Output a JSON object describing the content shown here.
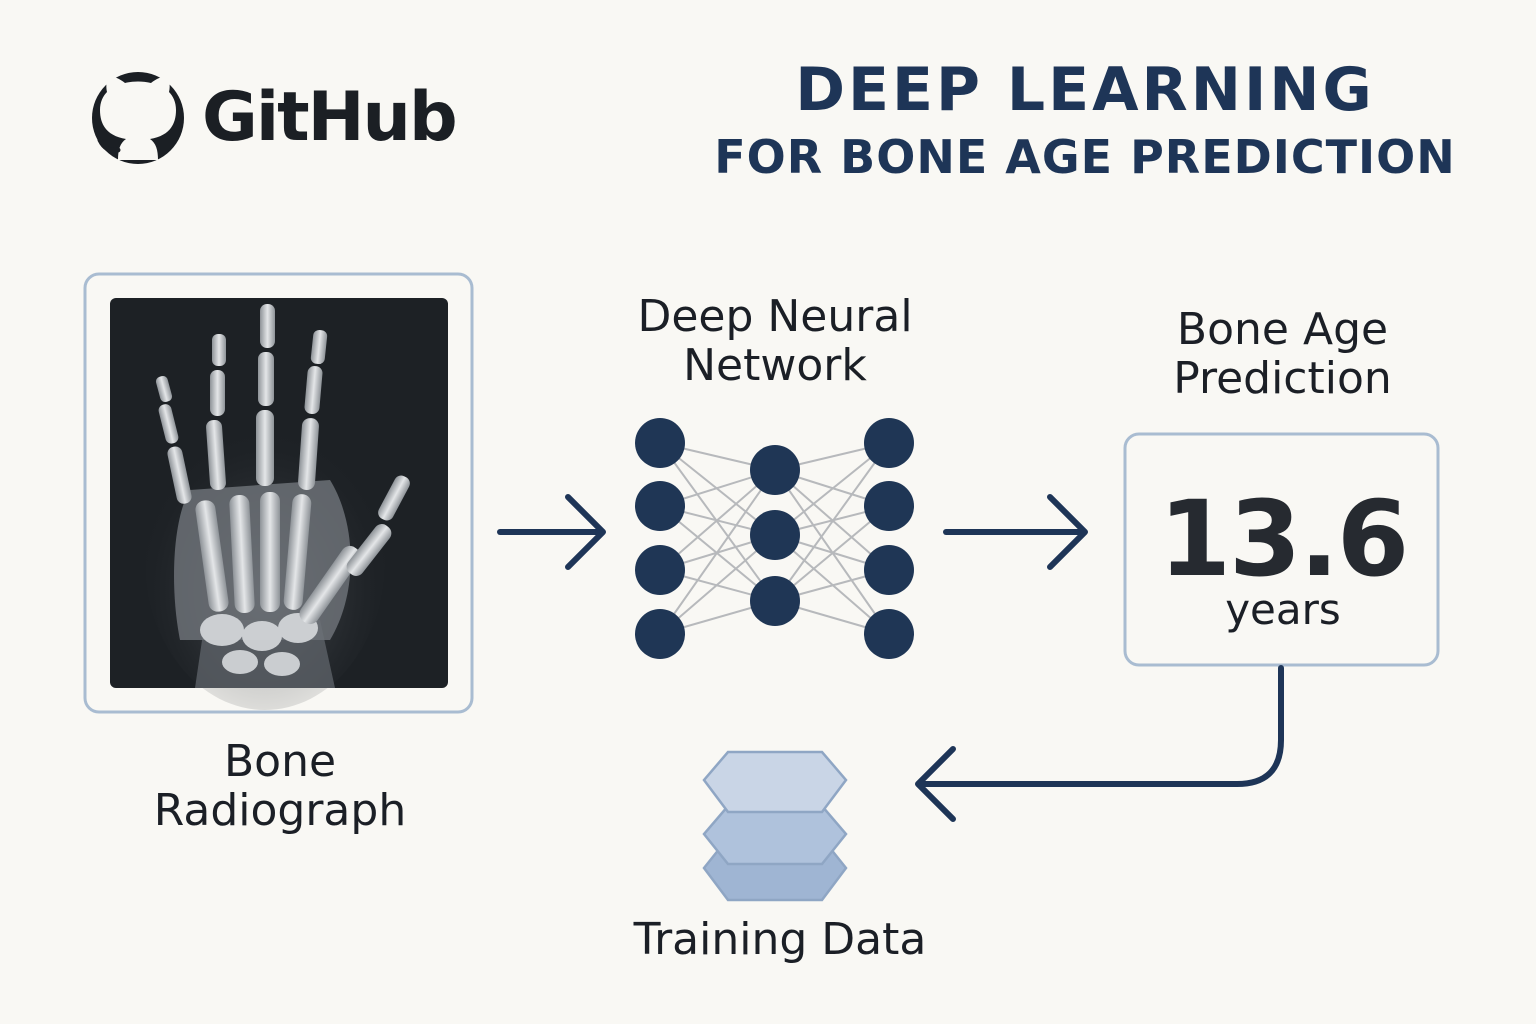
{
  "logo": {
    "text": "GitHub",
    "icon": "github-octocat-icon"
  },
  "title": {
    "line1": "DEEP LEARNING",
    "line2": "FOR BONE AGE PREDICTION"
  },
  "input": {
    "label_line1": "Bone",
    "label_line2": "Radiograph",
    "image": "hand-xray-image"
  },
  "network": {
    "label_line1": "Deep Neural",
    "label_line2": "Network",
    "layers": [
      4,
      3,
      4
    ]
  },
  "prediction": {
    "label_line1": "Bone Age",
    "label_line2": "Prediction",
    "value": "13.6",
    "unit": "years"
  },
  "training": {
    "label": "Training Data",
    "icon": "layers-stack-icon"
  },
  "colors": {
    "background": "#f9f8f4",
    "navy": "#1e3557",
    "node": "#1f3655",
    "box_border": "#a9bcd1",
    "edge": "#b7b9bc",
    "stack_light": "#c9d5e6",
    "stack_mid": "#afc2dc",
    "stack_dark": "#9fb5d3"
  }
}
